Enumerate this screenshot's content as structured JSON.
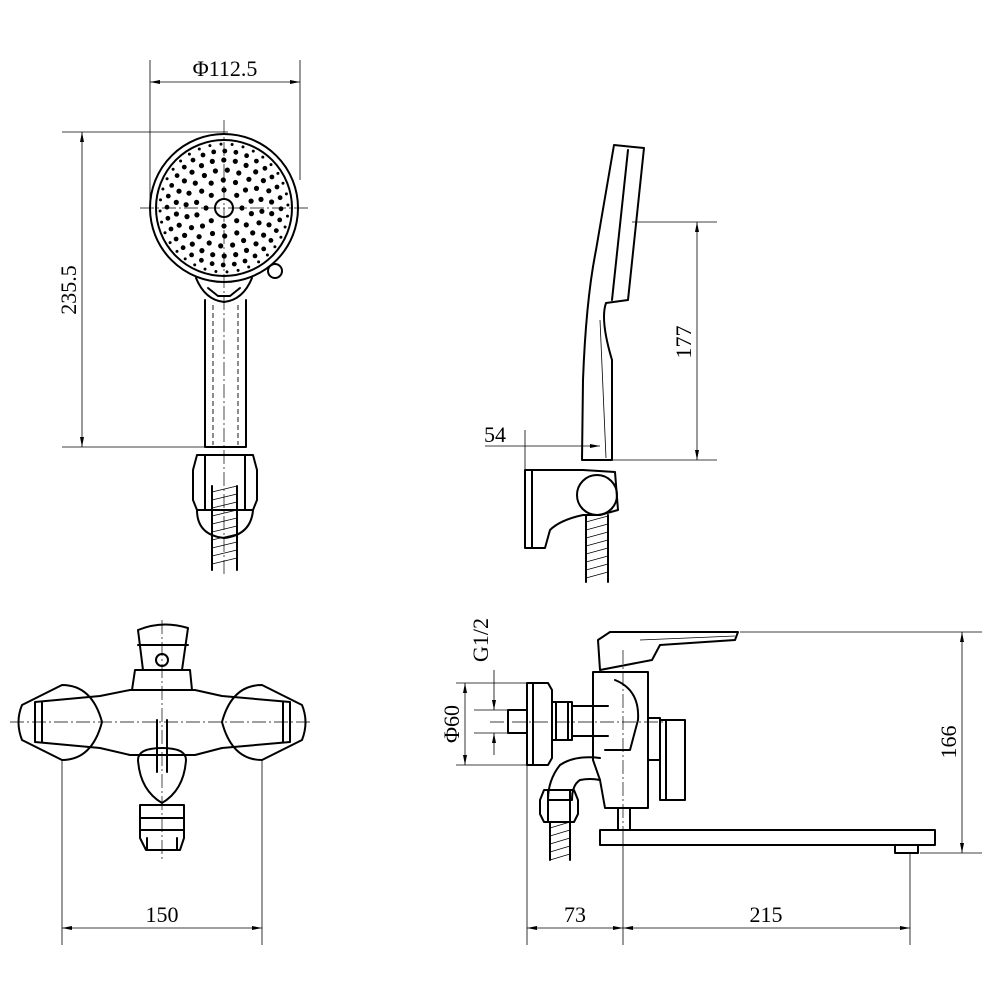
{
  "dimensions": {
    "head_diameter": "Φ112.5",
    "handset_length": "235.5",
    "handset_height": "177",
    "holder_offset": "54",
    "body_width": "150",
    "thread": "G1/2",
    "flange_diameter": "Φ60",
    "total_height": "166",
    "wall_to_body": "73",
    "spout_reach": "215"
  }
}
